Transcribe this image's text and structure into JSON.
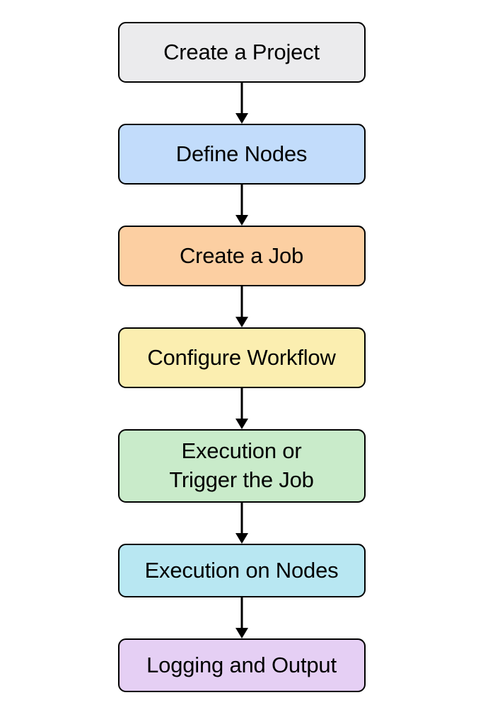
{
  "diagram": {
    "type": "flowchart",
    "orientation": "top-to-bottom",
    "background_color": "#ffffff",
    "node_border_color": "#000000",
    "arrow_color": "#000000",
    "nodes": [
      {
        "id": "create-a-project",
        "label": "Create a Project",
        "fill": "#ebebed",
        "lines": 1
      },
      {
        "id": "define-nodes",
        "label": "Define Nodes",
        "fill": "#c2dcfb",
        "lines": 1
      },
      {
        "id": "create-a-job",
        "label": "Create a Job",
        "fill": "#fccfa2",
        "lines": 1
      },
      {
        "id": "configure-workflow",
        "label": "Configure Workflow",
        "fill": "#fbeeb0",
        "lines": 1
      },
      {
        "id": "execution-or-trigger",
        "label": "Execution or\nTrigger the Job",
        "fill": "#c9ebca",
        "lines": 2
      },
      {
        "id": "execution-on-nodes",
        "label": "Execution on Nodes",
        "fill": "#b8e7f2",
        "lines": 1
      },
      {
        "id": "logging-and-output",
        "label": "Logging and Output",
        "fill": "#e5cff4",
        "lines": 1
      }
    ],
    "edges": [
      {
        "from": "create-a-project",
        "to": "define-nodes",
        "style": "arrow-down"
      },
      {
        "from": "define-nodes",
        "to": "create-a-job",
        "style": "arrow-down"
      },
      {
        "from": "create-a-job",
        "to": "configure-workflow",
        "style": "arrow-down"
      },
      {
        "from": "configure-workflow",
        "to": "execution-or-trigger",
        "style": "arrow-down"
      },
      {
        "from": "execution-or-trigger",
        "to": "execution-on-nodes",
        "style": "arrow-down"
      },
      {
        "from": "execution-on-nodes",
        "to": "logging-and-output",
        "style": "arrow-down"
      }
    ]
  }
}
